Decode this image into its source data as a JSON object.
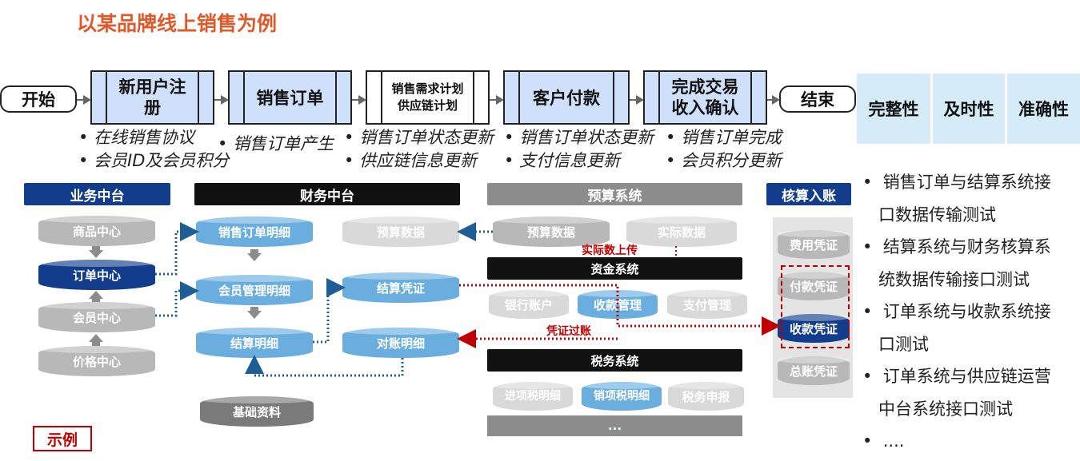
{
  "title": "以某品牌线上销售为例",
  "flow": {
    "start": "开始",
    "end": "结束",
    "steps": [
      {
        "label_lines": [
          "新用户注",
          "册"
        ],
        "bullets": [
          "在线销售协议",
          "会员ID及会员积分"
        ]
      },
      {
        "label_lines": [
          "销售订单"
        ],
        "bullets": [
          "销售订单产生"
        ]
      },
      {
        "label_lines": [
          "销售需求计划",
          "供应链计划"
        ],
        "bullets": [
          "销售订单状态更新",
          "供应链信息更新"
        ]
      },
      {
        "label_lines": [
          "客户付款"
        ],
        "bullets": [
          "销售订单状态更新",
          "支付信息更新"
        ]
      },
      {
        "label_lines": [
          "完成交易",
          "收入确认"
        ],
        "bullets": [
          "销售订单完成",
          "会员积分更新"
        ]
      }
    ]
  },
  "criteria": [
    "完整性",
    "及时性",
    "准确性"
  ],
  "tests": [
    {
      "lines": [
        "销售订单与结算系统接",
        "口数据传输测试"
      ]
    },
    {
      "lines": [
        "结算系统与财务核算系",
        "统数据传输接口测试"
      ]
    },
    {
      "lines": [
        "订单系统与收款系统接",
        "口测试"
      ]
    },
    {
      "lines": [
        "订单系统与供应链运营",
        "中台系统接口测试"
      ]
    },
    {
      "lines": [
        "...."
      ]
    }
  ],
  "sections": {
    "business": {
      "title": "业务中台",
      "items": [
        "商品中心",
        "订单中心",
        "会员中心",
        "价格中心"
      ]
    },
    "finance": {
      "title": "财务中台",
      "items": [
        "销售订单明细",
        "会员管理明细",
        "结算明细",
        "预算数据",
        "结算凭证",
        "对账明细",
        "基础资料"
      ]
    },
    "budget": {
      "title": "预算系统",
      "items": [
        "预算数据",
        "实际数据"
      ],
      "actual_upload": "实际数上传"
    },
    "funds": {
      "title": "资金系统",
      "items": [
        "银行账户",
        "收款管理",
        "支付管理"
      ],
      "voucher_post": "凭证过账"
    },
    "tax": {
      "title": "税务系统",
      "items": [
        "进项税明细",
        "销项税明细",
        "税务申报"
      ],
      "more": "..."
    },
    "accounting": {
      "title": "核算入账",
      "items": [
        "费用凭证",
        "付款凭证",
        "收款凭证",
        "总账凭证"
      ]
    }
  },
  "example_label": "示例",
  "colors": {
    "title": "#e0592a",
    "step_fill": "#cfe0fb",
    "navy": "#123d8c",
    "blue": "#6aaee0",
    "red": "#c00000",
    "criteria_fill": "#d6ebf8"
  }
}
